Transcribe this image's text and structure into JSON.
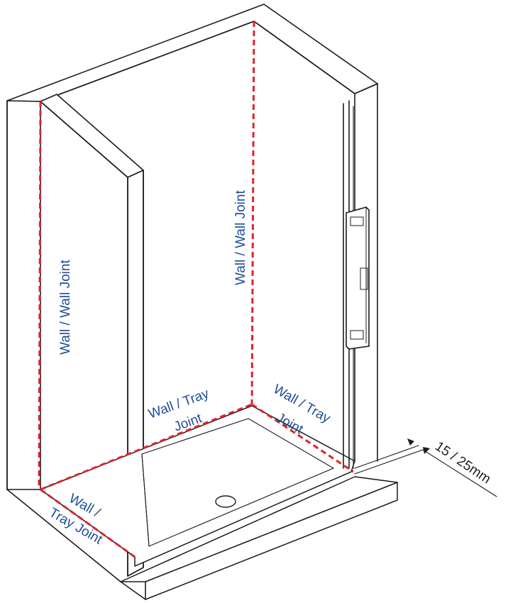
{
  "labels": {
    "left_wall_joint": "Wall / Wall Joint",
    "back_wall_joint": "Wall / Wall Joint",
    "back_tray_joint_line1": "Wall / Tray",
    "back_tray_joint_line2": "Joint",
    "right_tray_joint_line1": "Wall / Tray",
    "right_tray_joint_line2": "Joint",
    "left_tray_joint_line1": "Wall /",
    "left_tray_joint_line2": "Tray Joint",
    "gap_dimension": "15 / 25mm"
  },
  "colors": {
    "joint_line": "#e0232b",
    "label_text": "#1f4e96",
    "outline": "#1c1c1c"
  }
}
